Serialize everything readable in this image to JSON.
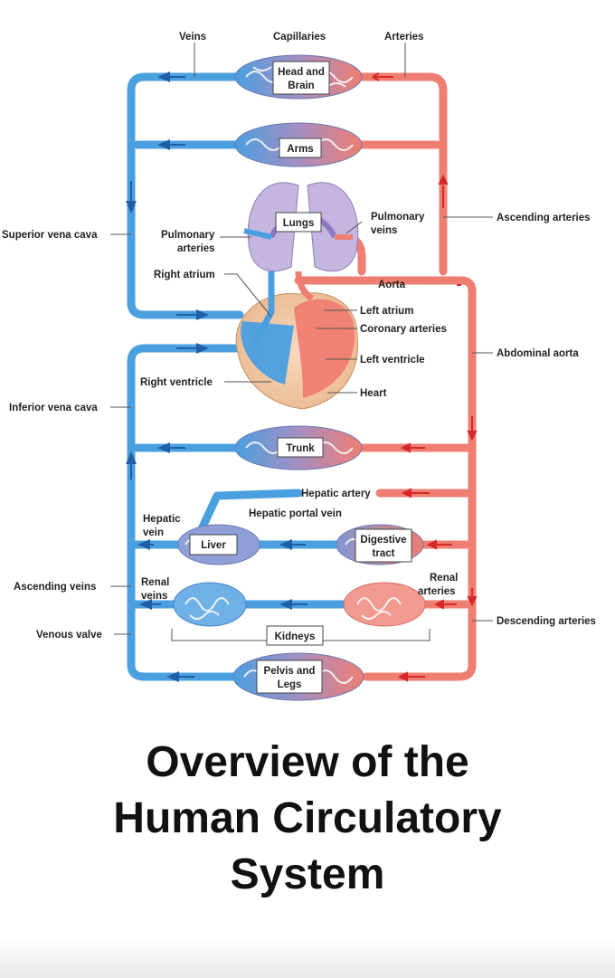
{
  "diagram": {
    "labels": {
      "veins": "Veins",
      "capillaries": "Capillaries",
      "arteries": "Arteries",
      "superior_vena_cava": "Superior vena cava",
      "pulmonary_arteries_1": "Pulmonary",
      "pulmonary_arteries_2": "arteries",
      "pulmonary_veins_1": "Pulmonary",
      "pulmonary_veins_2": "veins",
      "ascending_arteries": "Ascending arteries",
      "right_atrium": "Right atrium",
      "aorta": "Aorta",
      "left_atrium": "Left atrium",
      "coronary_arteries": "Coronary arteries",
      "abdominal_aorta": "Abdominal aorta",
      "left_ventricle": "Left ventricle",
      "right_ventricle": "Right ventricle",
      "heart": "Heart",
      "inferior_vena_cava": "Inferior vena cava",
      "hepatic_artery": "Hepatic artery",
      "hepatic_vein_1": "Hepatic",
      "hepatic_vein_2": "vein",
      "hepatic_portal_vein": "Hepatic portal vein",
      "ascending_veins": "Ascending veins",
      "renal_veins_1": "Renal",
      "renal_veins_2": "veins",
      "renal_arteries_1": "Renal",
      "renal_arteries_2": "arteries",
      "descending_arteries": "Descending arteries",
      "venous_valve": "Venous valve"
    },
    "boxes": {
      "head_brain_1": "Head and",
      "head_brain_2": "Brain",
      "arms": "Arms",
      "lungs": "Lungs",
      "trunk": "Trunk",
      "liver": "Liver",
      "digestive_1": "Digestive",
      "digestive_2": "tract",
      "kidneys": "Kidneys",
      "pelvis_1": "Pelvis and",
      "pelvis_2": "Legs"
    },
    "colors": {
      "vein": "#4a9fdf",
      "artery": "#ef7e72",
      "mixed": "#9d8fc4",
      "lung": "#b5a7d3",
      "heart_tissue": "#f3ccaa",
      "arrow_blue": "#1f5fa8",
      "arrow_red": "#d62828"
    }
  },
  "title": {
    "line1": "Overview of the",
    "line2": "Human Circulatory",
    "line3": "System"
  }
}
